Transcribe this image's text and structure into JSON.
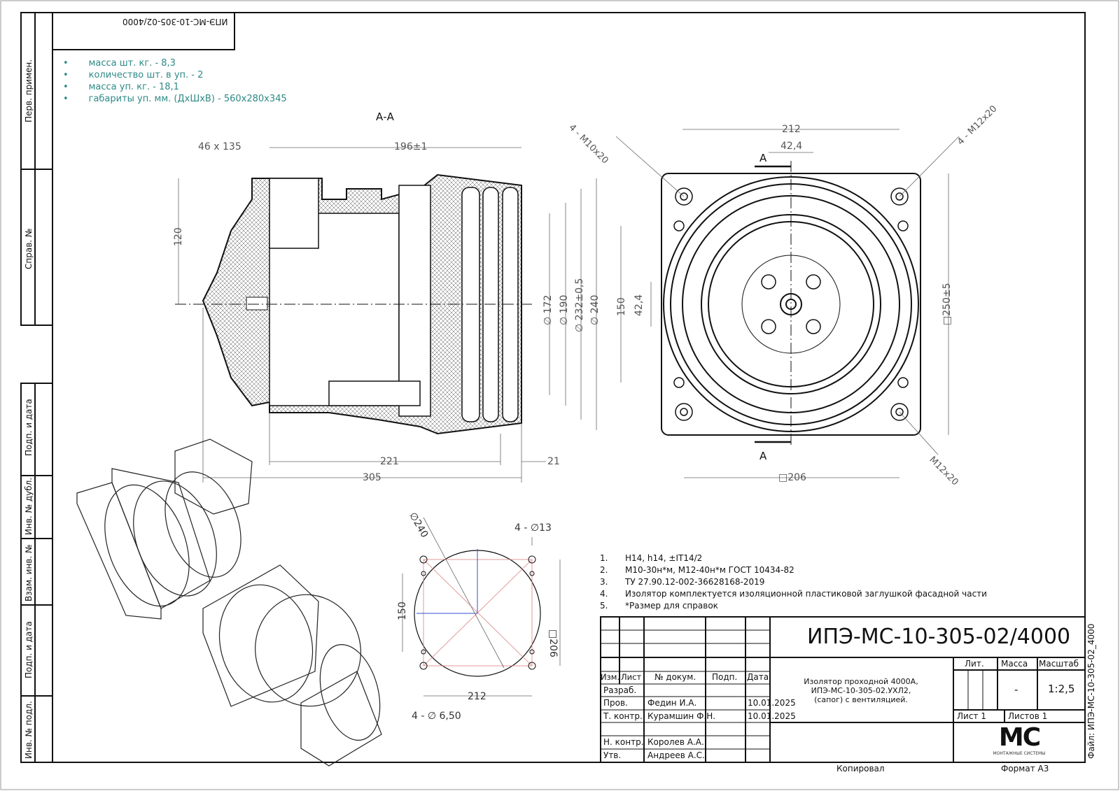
{
  "stamp_rotated": "ИПЭ-МС-10-305-02/4000",
  "specs": [
    "масса шт. кг. - 8,3",
    "количество шт. в уп. - 2",
    "масса уп. кг. - 18,1",
    "габариты уп. мм. (ДхШхВ) - 560x280x345"
  ],
  "side_labels": [
    "Перв. примен.",
    "Справ. №",
    "Подп. и дата",
    "Инв. № дубл.",
    "Взам. инв. №",
    "Подп. и дата",
    "Инв. № подл."
  ],
  "section_label": "А-А",
  "cut_label": "А",
  "dims": {
    "d46x135": "46 x 135",
    "d196": "196±1",
    "d120": "120",
    "d172": "∅ 172",
    "d190": "∅ 190",
    "d232": "∅ 232±0,5",
    "d240": "∅ 240",
    "d221": "221",
    "d21": "21",
    "d305": "305",
    "m10": "4 - M10x20",
    "m12": "4 - M12x20",
    "d212": "212",
    "d424": "42,4",
    "d150": "150",
    "d424v": "42,4",
    "d250": "□250±5",
    "d206": "□206",
    "m12b": "M12x20",
    "f240": "∅240",
    "f13": "4 - ∅13",
    "f150": "150",
    "f206": "□206",
    "f212": "212",
    "f650": "4 - ∅ 6,50"
  },
  "notes": [
    {
      "n": "1.",
      "text": "H14, h14, ±IT14/2"
    },
    {
      "n": "2.",
      "text": "M10-30н*м, M12-40н*м ГОСТ 10434-82"
    },
    {
      "n": "3.",
      "text": "ТУ 27.90.12-002-36628168-2019"
    },
    {
      "n": "4.",
      "text": "Изолятор комплектуется изоляционной пластиковой заглушкой фасадной части"
    },
    {
      "n": "5.",
      "text": "*Размер для справок"
    }
  ],
  "title_block": {
    "designation": "ИПЭ-МС-10-305-02/4000",
    "name": "Изолятор проходной 4000А,\nИПЭ-МС-10-305-02.УХЛ2,\n(сапог) с вентиляцией.",
    "headers": [
      "Изм.",
      "Лист",
      "№ докум.",
      "Подп.",
      "Дата"
    ],
    "roles": [
      "Разраб.",
      "Пров.",
      "Т. контр.",
      "",
      "Н. контр.",
      "Утв."
    ],
    "names": [
      "",
      "Федин И.А.",
      "Курамшин Ф.Н.",
      "",
      "Королев А.А.",
      "Андреев А.С."
    ],
    "dates": [
      "",
      "10.01.2025",
      "10.01.2025",
      "",
      "",
      ""
    ],
    "lit_label": "Лит.",
    "mass_label": "Масса",
    "scale_label": "Масштаб",
    "mass": "-",
    "scale": "1:2,5",
    "sheet": "Лист 1",
    "sheets": "Листов 1",
    "logo": "МС",
    "logo_sub": "МОНТАЖНЫЕ СИСТЕМЫ",
    "file": "Файл: ИПЭ-МС-10-305-02_4000",
    "copied": "Копировал",
    "format": "Формат А3"
  }
}
